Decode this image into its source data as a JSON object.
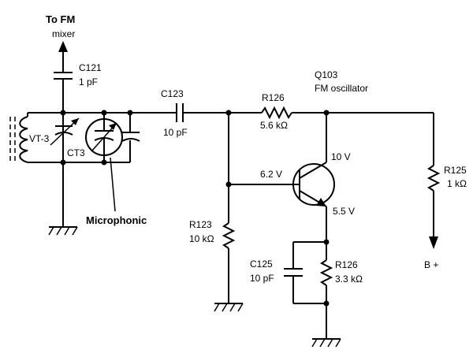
{
  "diagram": {
    "output": {
      "title": "To FM",
      "subtitle": "mixer"
    },
    "components": {
      "c121": {
        "ref": "C121",
        "value": "1 pF"
      },
      "c123": {
        "ref": "C123",
        "value": "10 pF"
      },
      "r126_top": {
        "ref": "R126",
        "value": "5.6 kΩ"
      },
      "q103": {
        "ref": "Q103",
        "desc": "FM oscillator"
      },
      "r125": {
        "ref": "R125",
        "value": "1 kΩ"
      },
      "r123": {
        "ref": "R123",
        "value": "10 kΩ"
      },
      "c125": {
        "ref": "C125",
        "value": "10 pF"
      },
      "r126_bottom": {
        "ref": "R126",
        "value": "3.3 kΩ"
      },
      "vt3": {
        "ref": "VT-3"
      },
      "ct3": {
        "ref": "CT3"
      }
    },
    "voltages": {
      "collector": "10 V",
      "base": "6.2 V",
      "emitter": "5.5 V"
    },
    "annotations": {
      "microphonic": "Microphonic",
      "supply": "B +"
    }
  }
}
